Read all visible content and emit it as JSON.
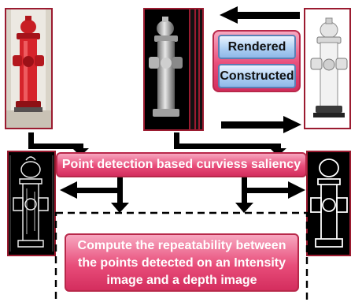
{
  "pipeline": {
    "render_panel": {
      "rendered_label": "Rendered",
      "constructed_label": "Constructed"
    },
    "saliency_box": {
      "label": "Point detection based curviess saliency"
    },
    "repeatability_box": {
      "line1": "Compute the repeatability between",
      "line2": "the points detected on an Intensity",
      "line3": "image and a depth image"
    }
  },
  "colors": {
    "frame_border": "#9b1b30",
    "pink_box": "#e84d7a",
    "blue_button": "#aacdf2",
    "arrow": "#000000"
  },
  "icons": {
    "photo_hydrant": "red-fire-hydrant-photo",
    "depth_stack": "depth-render-stack",
    "white_hydrant": "white-hydrant-model",
    "edge_left": "edge-map-intensity",
    "edge_right": "edge-map-depth"
  }
}
